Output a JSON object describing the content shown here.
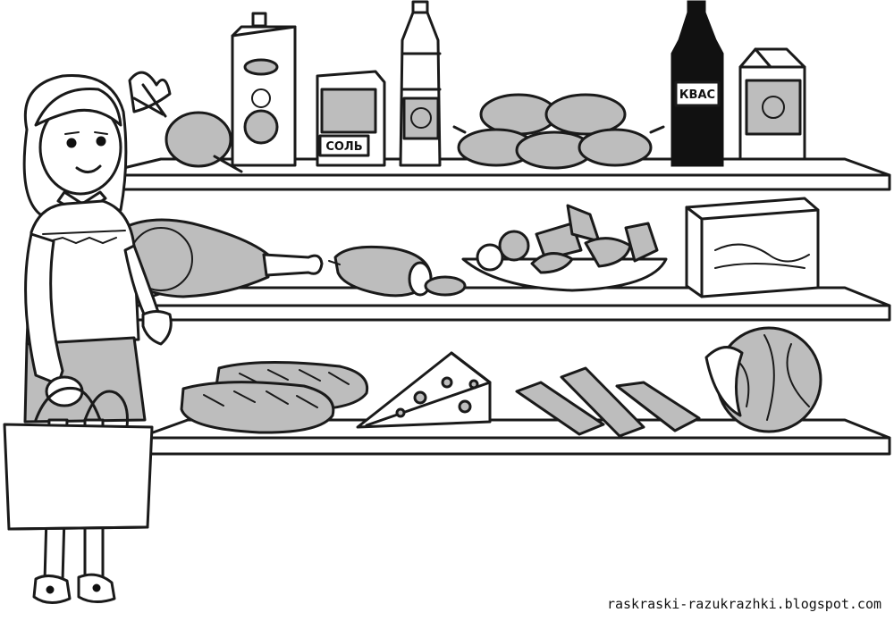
{
  "labels": {
    "salt_box": "СОЛЬ",
    "kvass_bottle": "КВАС"
  },
  "watermark": "raskraski-razukrazhki.blogspot.com",
  "colors": {
    "ink": "#1a1a1a",
    "shade": "#bdbdbd",
    "paper": "#ffffff"
  }
}
